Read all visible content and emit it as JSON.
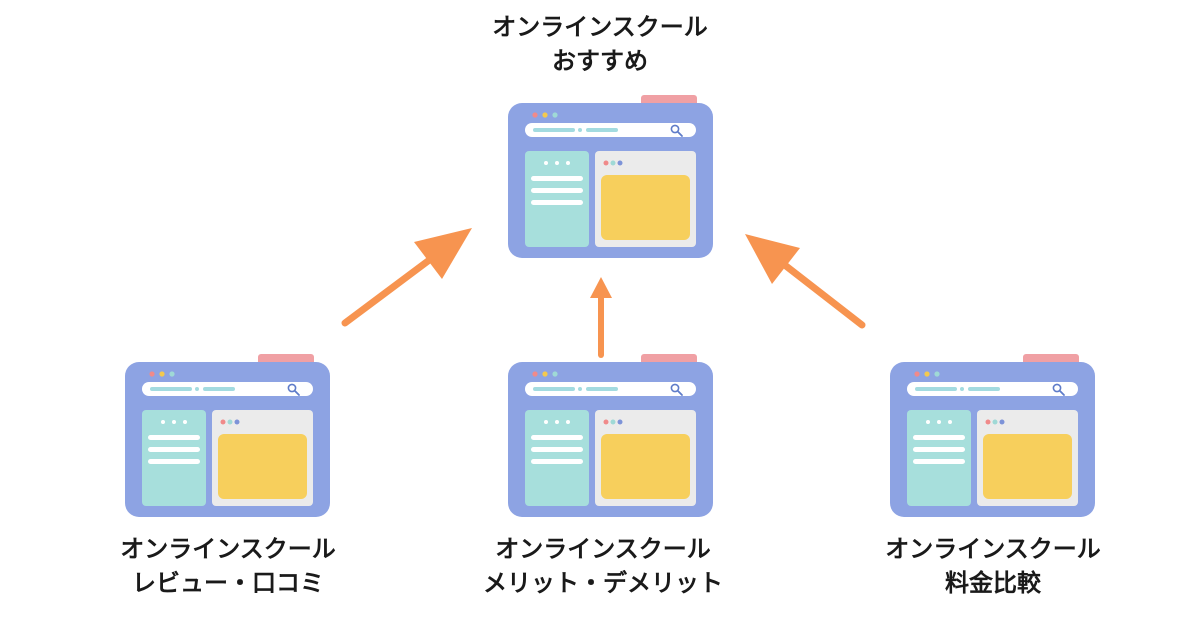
{
  "nodes": {
    "top": {
      "line1": "オンラインスクール",
      "line2": "おすすめ"
    },
    "left": {
      "line1": "オンラインスクール",
      "line2": "レビュー・口コミ"
    },
    "center": {
      "line1": "オンラインスクール",
      "line2": "メリット・デメリット"
    },
    "right": {
      "line1": "オンラインスクール",
      "line2": "料金比較"
    }
  },
  "colors": {
    "window": "#8da3e3",
    "tab": "#f0a0a4",
    "bar": "#ffffff",
    "bar_line": "#a3dbe0",
    "sidebar": "#a7dfdc",
    "content_panel": "#ebebeb",
    "content_box": "#f7cf5c",
    "arrow": "#f79450",
    "dot_red": "#f08a8a",
    "dot_yellow": "#f3c94f",
    "dot_teal": "#9fd9d6",
    "dot_blue": "#7d93d8"
  },
  "icons": {
    "browser": "browser-window-icon",
    "search": "search-icon"
  }
}
